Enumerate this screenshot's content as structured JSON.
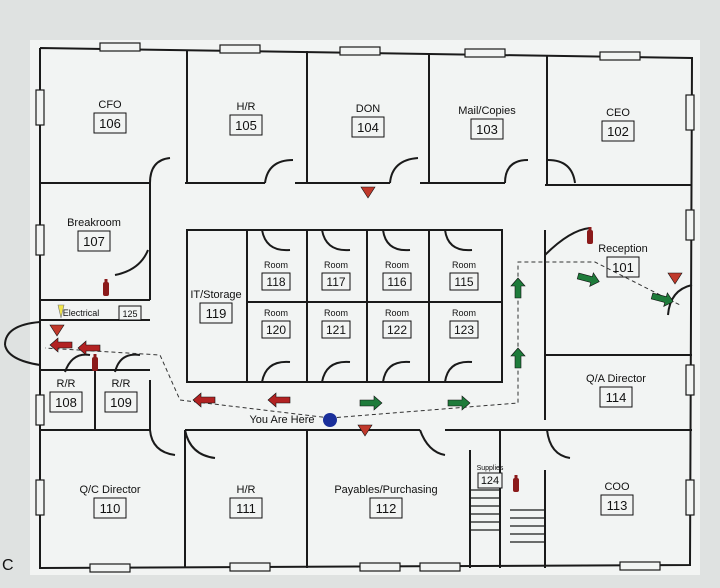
{
  "map": {
    "rooms": [
      {
        "id": "cfo",
        "name": "CFO",
        "number": "106"
      },
      {
        "id": "hr-top",
        "name": "H/R",
        "number": "105"
      },
      {
        "id": "don",
        "name": "DON",
        "number": "104"
      },
      {
        "id": "mail",
        "name": "Mail/Copies",
        "number": "103"
      },
      {
        "id": "ceo",
        "name": "CEO",
        "number": "102"
      },
      {
        "id": "breakroom",
        "name": "Breakroom",
        "number": "107"
      },
      {
        "id": "reception",
        "name": "Reception",
        "number": "101"
      },
      {
        "id": "it-storage",
        "name": "IT/Storage",
        "number": "119"
      },
      {
        "id": "room118",
        "name": "Room",
        "number": "118"
      },
      {
        "id": "room117",
        "name": "Room",
        "number": "117"
      },
      {
        "id": "room116",
        "name": "Room",
        "number": "116"
      },
      {
        "id": "room115",
        "name": "Room",
        "number": "115"
      },
      {
        "id": "room120",
        "name": "Room",
        "number": "120"
      },
      {
        "id": "room121",
        "name": "Room",
        "number": "121"
      },
      {
        "id": "room122",
        "name": "Room",
        "number": "122"
      },
      {
        "id": "room123",
        "name": "Room",
        "number": "123"
      },
      {
        "id": "electrical",
        "name": "Electrical",
        "number": "125"
      },
      {
        "id": "rr108",
        "name": "R/R",
        "number": "108"
      },
      {
        "id": "rr109",
        "name": "R/R",
        "number": "109"
      },
      {
        "id": "qa-director",
        "name": "Q/A Director",
        "number": "114"
      },
      {
        "id": "qc-director",
        "name": "Q/C Director",
        "number": "110"
      },
      {
        "id": "hr-bottom",
        "name": "H/R",
        "number": "111"
      },
      {
        "id": "payables",
        "name": "Payables/Purchasing",
        "number": "112"
      },
      {
        "id": "supplies",
        "name": "Supplies",
        "number": "124"
      },
      {
        "id": "coo",
        "name": "COO",
        "number": "113"
      }
    ],
    "you_are_here": "You Are Here",
    "corner_letter": "C",
    "colors": {
      "wall": "#1a1a1a",
      "paper": "#f2f4f3",
      "exit_arrow_red": "#b22222",
      "exit_arrow_green": "#1e7b3a",
      "marker_blue": "#1a2f9a",
      "extinguisher": "#8b1a1a",
      "warning_yellow": "#f2e64a"
    },
    "icons": [
      "fire-extinguisher-icon",
      "evacuation-arrow-icon",
      "assembly-triangle-icon",
      "you-are-here-icon",
      "hazard-icon"
    ]
  }
}
